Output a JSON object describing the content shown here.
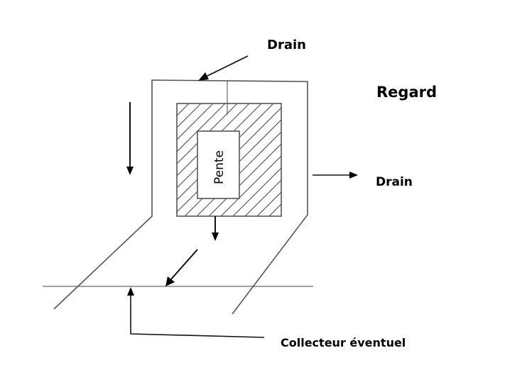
{
  "diagram": {
    "title": "Regard",
    "labels": {
      "drain_top": "Drain",
      "regard": "Regard",
      "drain_right": "Drain",
      "pente": "Pente",
      "collecteur": "Collecteur éventuel"
    },
    "colors": {
      "outline": "#555555",
      "arrow": "#000000",
      "background": "#ffffff"
    },
    "arrows": [
      {
        "name": "drain-inlet-arrow",
        "direction": "down-left"
      },
      {
        "name": "left-flow-arrow",
        "direction": "down"
      },
      {
        "name": "drain-outlet-arrow",
        "direction": "right"
      },
      {
        "name": "slope-down-arrow",
        "direction": "down"
      },
      {
        "name": "channel-flow-arrow",
        "direction": "down-left"
      },
      {
        "name": "collector-pointer-arrow",
        "direction": "up"
      }
    ]
  }
}
